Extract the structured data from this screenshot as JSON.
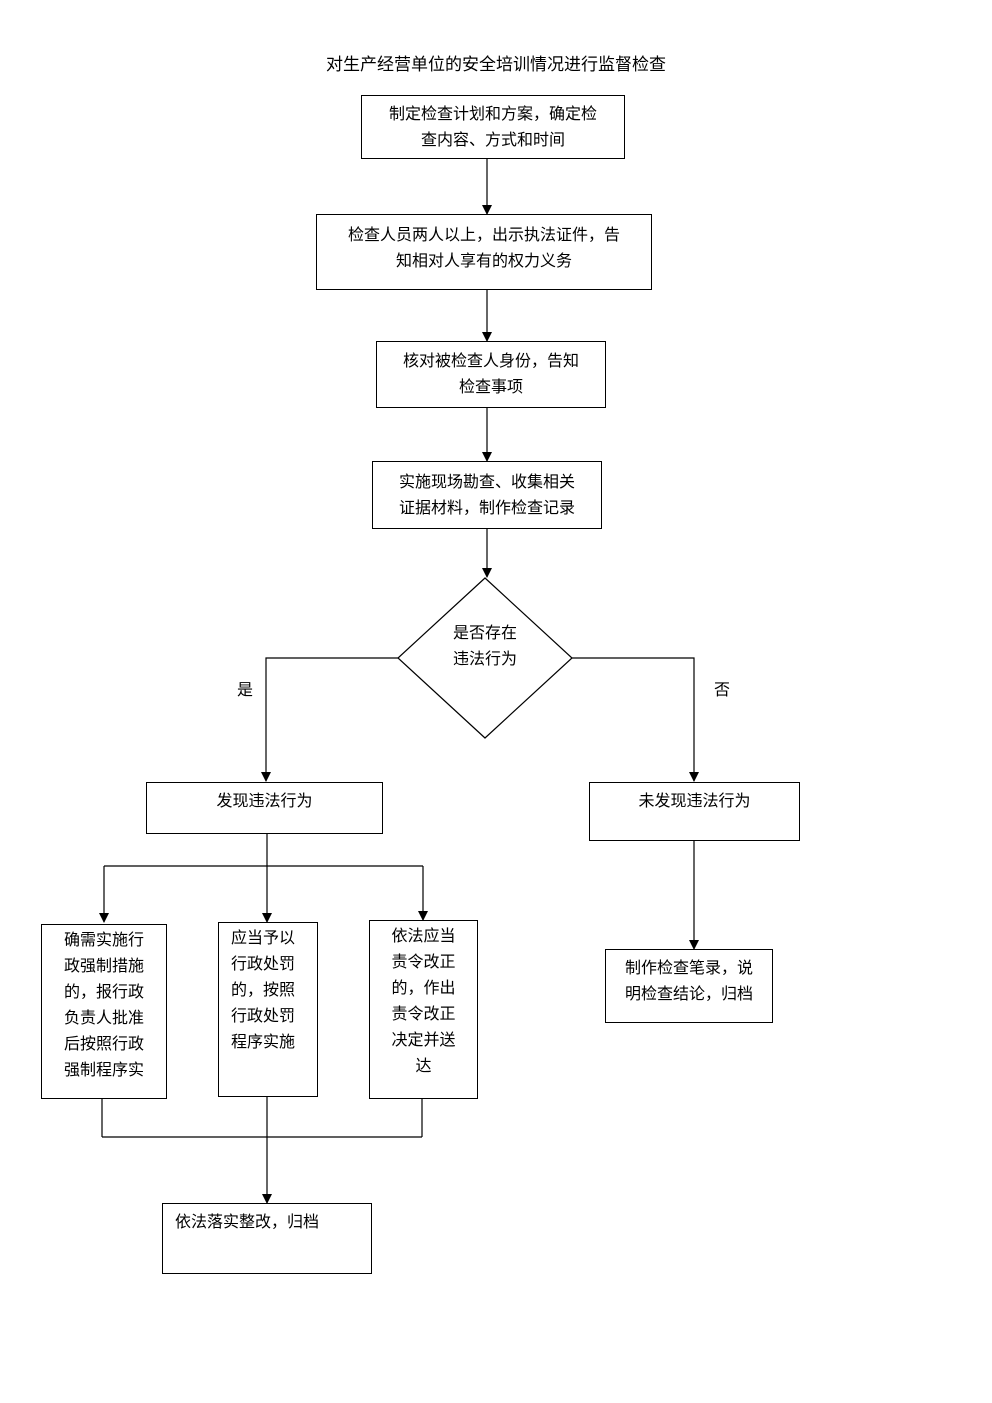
{
  "title": "对生产经营单位的安全培训情况进行监督检查",
  "steps": {
    "plan": [
      "制定检查计划和方案，确定检",
      "查内容、方式和时间"
    ],
    "inspectors": [
      "检查人员两人以上，出示执法证件，告",
      "知相对人享有的权力义务"
    ],
    "verify": [
      "核对被检查人身份，告知",
      "检查事项"
    ],
    "survey": [
      "实施现场勘查、收集相关",
      "证据材料，制作检查记录"
    ],
    "decision": [
      "是否存在",
      "违法行为"
    ],
    "found": "发现违法行为",
    "not_found": "未发现违法行为",
    "enforce": [
      "确需实施行",
      "政强制措施",
      "的，报行政",
      "负责人批准",
      "后按照行政",
      "强制程序实"
    ],
    "penalty": [
      "应当予以",
      "行政处罚",
      "的，按照",
      "行政处罚",
      "程序实施"
    ],
    "correct": [
      "依法应当",
      "责令改正",
      "的，作出",
      "责令改正",
      "决定并送",
      "达"
    ],
    "record": [
      "制作检查笔录，说",
      "明检查结论，归档"
    ],
    "archive": "依法落实整改，归档"
  },
  "branch_labels": {
    "yes": "是",
    "no": "否"
  }
}
